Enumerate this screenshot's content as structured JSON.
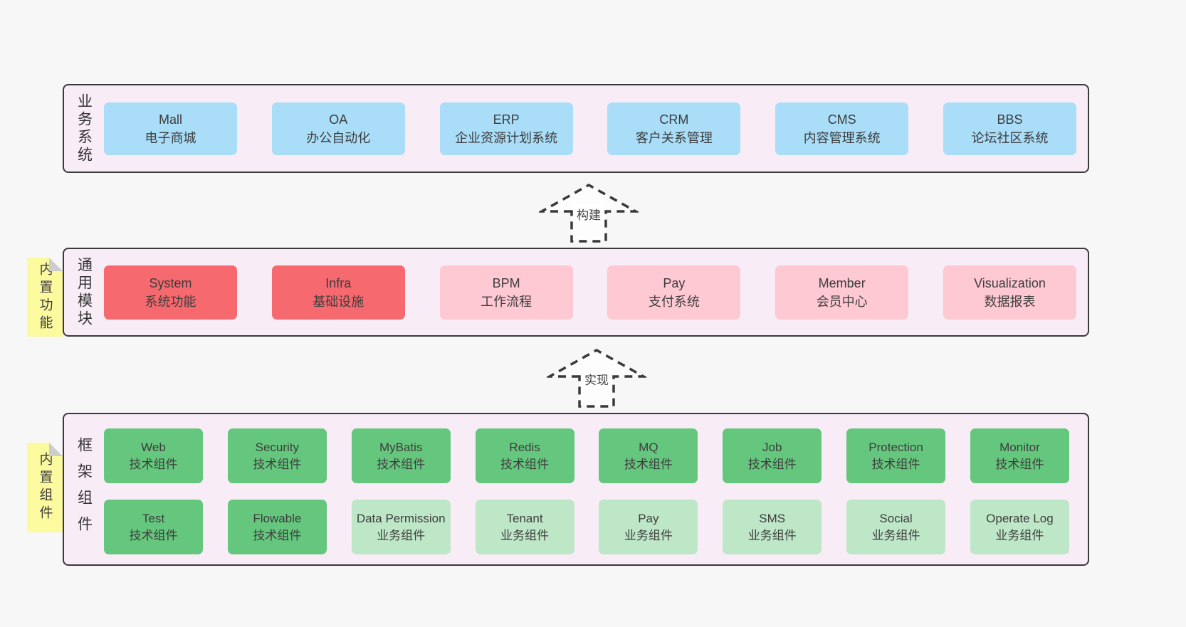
{
  "diagram": {
    "layers": {
      "business": {
        "side_label": "业务系统",
        "boxes": [
          {
            "title": "Mall",
            "subtitle": "电子商城",
            "variant": "blue"
          },
          {
            "title": "OA",
            "subtitle": "办公自动化",
            "variant": "blue"
          },
          {
            "title": "ERP",
            "subtitle": "企业资源计划系统",
            "variant": "blue"
          },
          {
            "title": "CRM",
            "subtitle": "客户关系管理",
            "variant": "blue"
          },
          {
            "title": "CMS",
            "subtitle": "内容管理系统",
            "variant": "blue"
          },
          {
            "title": "BBS",
            "subtitle": "论坛社区系统",
            "variant": "blue"
          }
        ]
      },
      "modules": {
        "side_label": "通用模块",
        "note_label": "内置功能",
        "boxes": [
          {
            "title": "System",
            "subtitle": "系统功能",
            "variant": "red"
          },
          {
            "title": "Infra",
            "subtitle": "基础设施",
            "variant": "red"
          },
          {
            "title": "BPM",
            "subtitle": "工作流程",
            "variant": "pink"
          },
          {
            "title": "Pay",
            "subtitle": "支付系统",
            "variant": "pink"
          },
          {
            "title": "Member",
            "subtitle": "会员中心",
            "variant": "pink"
          },
          {
            "title": "Visualization",
            "subtitle": "数据报表",
            "variant": "pink"
          }
        ]
      },
      "components": {
        "side_label": "框架组件",
        "note_label": "内置组件",
        "row1": [
          {
            "title": "Web",
            "subtitle": "技术组件",
            "variant": "green-dark"
          },
          {
            "title": "Security",
            "subtitle": "技术组件",
            "variant": "green-dark"
          },
          {
            "title": "MyBatis",
            "subtitle": "技术组件",
            "variant": "green-dark"
          },
          {
            "title": "Redis",
            "subtitle": "技术组件",
            "variant": "green-dark"
          },
          {
            "title": "MQ",
            "subtitle": "技术组件",
            "variant": "green-dark"
          },
          {
            "title": "Job",
            "subtitle": "技术组件",
            "variant": "green-dark"
          },
          {
            "title": "Protection",
            "subtitle": "技术组件",
            "variant": "green-dark"
          },
          {
            "title": "Monitor",
            "subtitle": "技术组件",
            "variant": "green-dark"
          }
        ],
        "row2": [
          {
            "title": "Test",
            "subtitle": "技术组件",
            "variant": "green-dark"
          },
          {
            "title": "Flowable",
            "subtitle": "技术组件",
            "variant": "green-dark"
          },
          {
            "title": "Data Permission",
            "subtitle": "业务组件",
            "variant": "green-light"
          },
          {
            "title": "Tenant",
            "subtitle": "业务组件",
            "variant": "green-light"
          },
          {
            "title": "Pay",
            "subtitle": "业务组件",
            "variant": "green-light"
          },
          {
            "title": "SMS",
            "subtitle": "业务组件",
            "variant": "green-light"
          },
          {
            "title": "Social",
            "subtitle": "业务组件",
            "variant": "green-light"
          },
          {
            "title": "Operate Log",
            "subtitle": "业务组件",
            "variant": "green-light"
          }
        ]
      }
    },
    "arrows": {
      "build": "构建",
      "implement": "实现"
    },
    "colors": {
      "page_bg": "#f7f7f7",
      "layer_bg": "#f8edf7",
      "layer_border": "#3a3a3a",
      "blue": "#a9ddf8",
      "red": "#f5696f",
      "pink": "#fec9d2",
      "green_dark": "#65c77d",
      "green_light": "#bee7c8",
      "note_yellow": "#fcfa9e",
      "note_fold": "#cdcdcd",
      "text": "#3d3d3d"
    }
  }
}
